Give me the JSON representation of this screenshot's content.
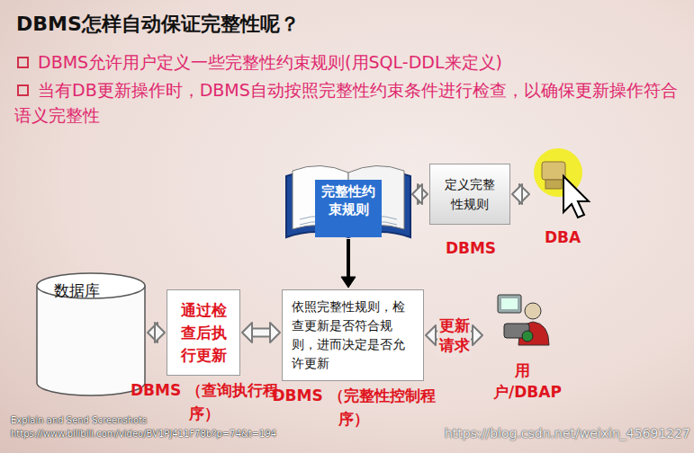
{
  "diagram": {
    "title": "DBMS怎样自动保证完整性呢？",
    "nodes": [
      {
        "text": [
          "完整性约束规则"
        ]
      },
      {
        "text": [
          "定义完整性规则",
          "DBMS"
        ]
      },
      {
        "text": [
          "DBA"
        ]
      },
      {
        "text": [
          "数据库"
        ]
      },
      {
        "text": [
          "通过检查后执行更新",
          "DBMS （查询执行程序）"
        ]
      },
      {
        "text": [
          "依照完整性规则，检查更新是否符合规则，进而决定是否允许更新",
          "DBMS （完整性控制程序）"
        ]
      },
      {
        "text": [
          "用户/DBAP"
        ]
      }
    ],
    "edges": [
      {
        "from": 0,
        "to": 1,
        "arrow": "both"
      },
      {
        "from": 1,
        "to": 2,
        "arrow": "both"
      },
      {
        "from": 0,
        "to": 5,
        "arrow": "to"
      },
      {
        "from": 5,
        "to": 4,
        "arrow": "both"
      },
      {
        "from": 4,
        "to": 3,
        "arrow": "both"
      },
      {
        "from": 6,
        "to": 5,
        "label": "更新请求",
        "arrow": "both"
      }
    ],
    "labels": [
      "DBMS允许用户定义一些完整性约束规则(用SQL-DDL来定义)",
      "当有DB更新操作时，DBMS自动按照完整性约束条件进行检查，以确保更新操作符合语义完整性",
      "Explain and Send Screenshots",
      "https://www.bilibili.com/video/BV1PJ411F78b?p=74&t=194",
      "https://blog.csdn.net/weixin_45691227"
    ]
  }
}
